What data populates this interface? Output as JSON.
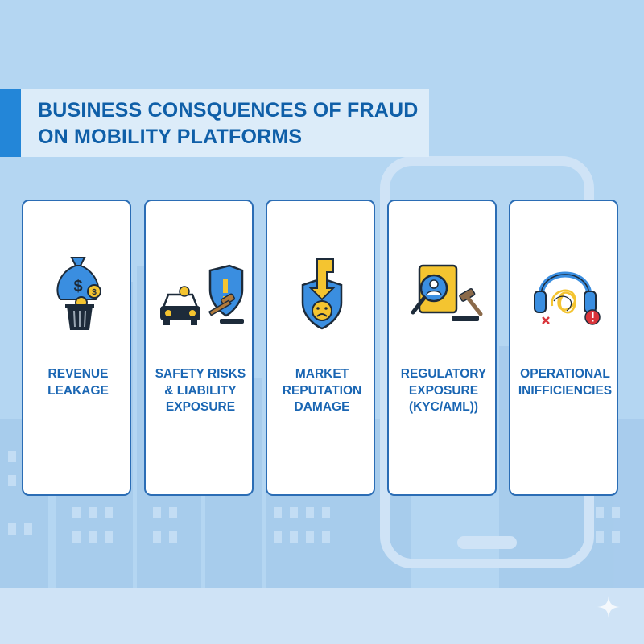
{
  "title": {
    "line1": "BUSINESS CONSQUENCES OF FRAUD",
    "line2": "ON MOBILITY PLATFORMS"
  },
  "cards": [
    {
      "icon": "money-bag-trash-icon",
      "lines": [
        "REVENUE",
        "LEAKAGE"
      ]
    },
    {
      "icon": "car-shield-gavel-icon",
      "lines": [
        "SAFETY RISKS",
        "& LIABILITY",
        "EXPOSURE"
      ]
    },
    {
      "icon": "shield-down-arrow-sad-face-icon",
      "lines": [
        "MARKET",
        "REPUTATION",
        "DAMAGE"
      ]
    },
    {
      "icon": "id-document-magnifier-gavel-icon",
      "lines": [
        "REGULATORY",
        "EXPOSURE",
        "(KYC/AML))"
      ]
    },
    {
      "icon": "headset-tangled-line-warning-icon",
      "lines": [
        "OPERATIONAL",
        "INIFFICIENCIES"
      ]
    }
  ],
  "colors": {
    "background": "#b4d6f2",
    "accent": "#2386d8",
    "title_text": "#0f5fa8",
    "card_border": "#2b6db5",
    "icon_blue": "#3a8ee0",
    "icon_yellow": "#f4c430"
  }
}
